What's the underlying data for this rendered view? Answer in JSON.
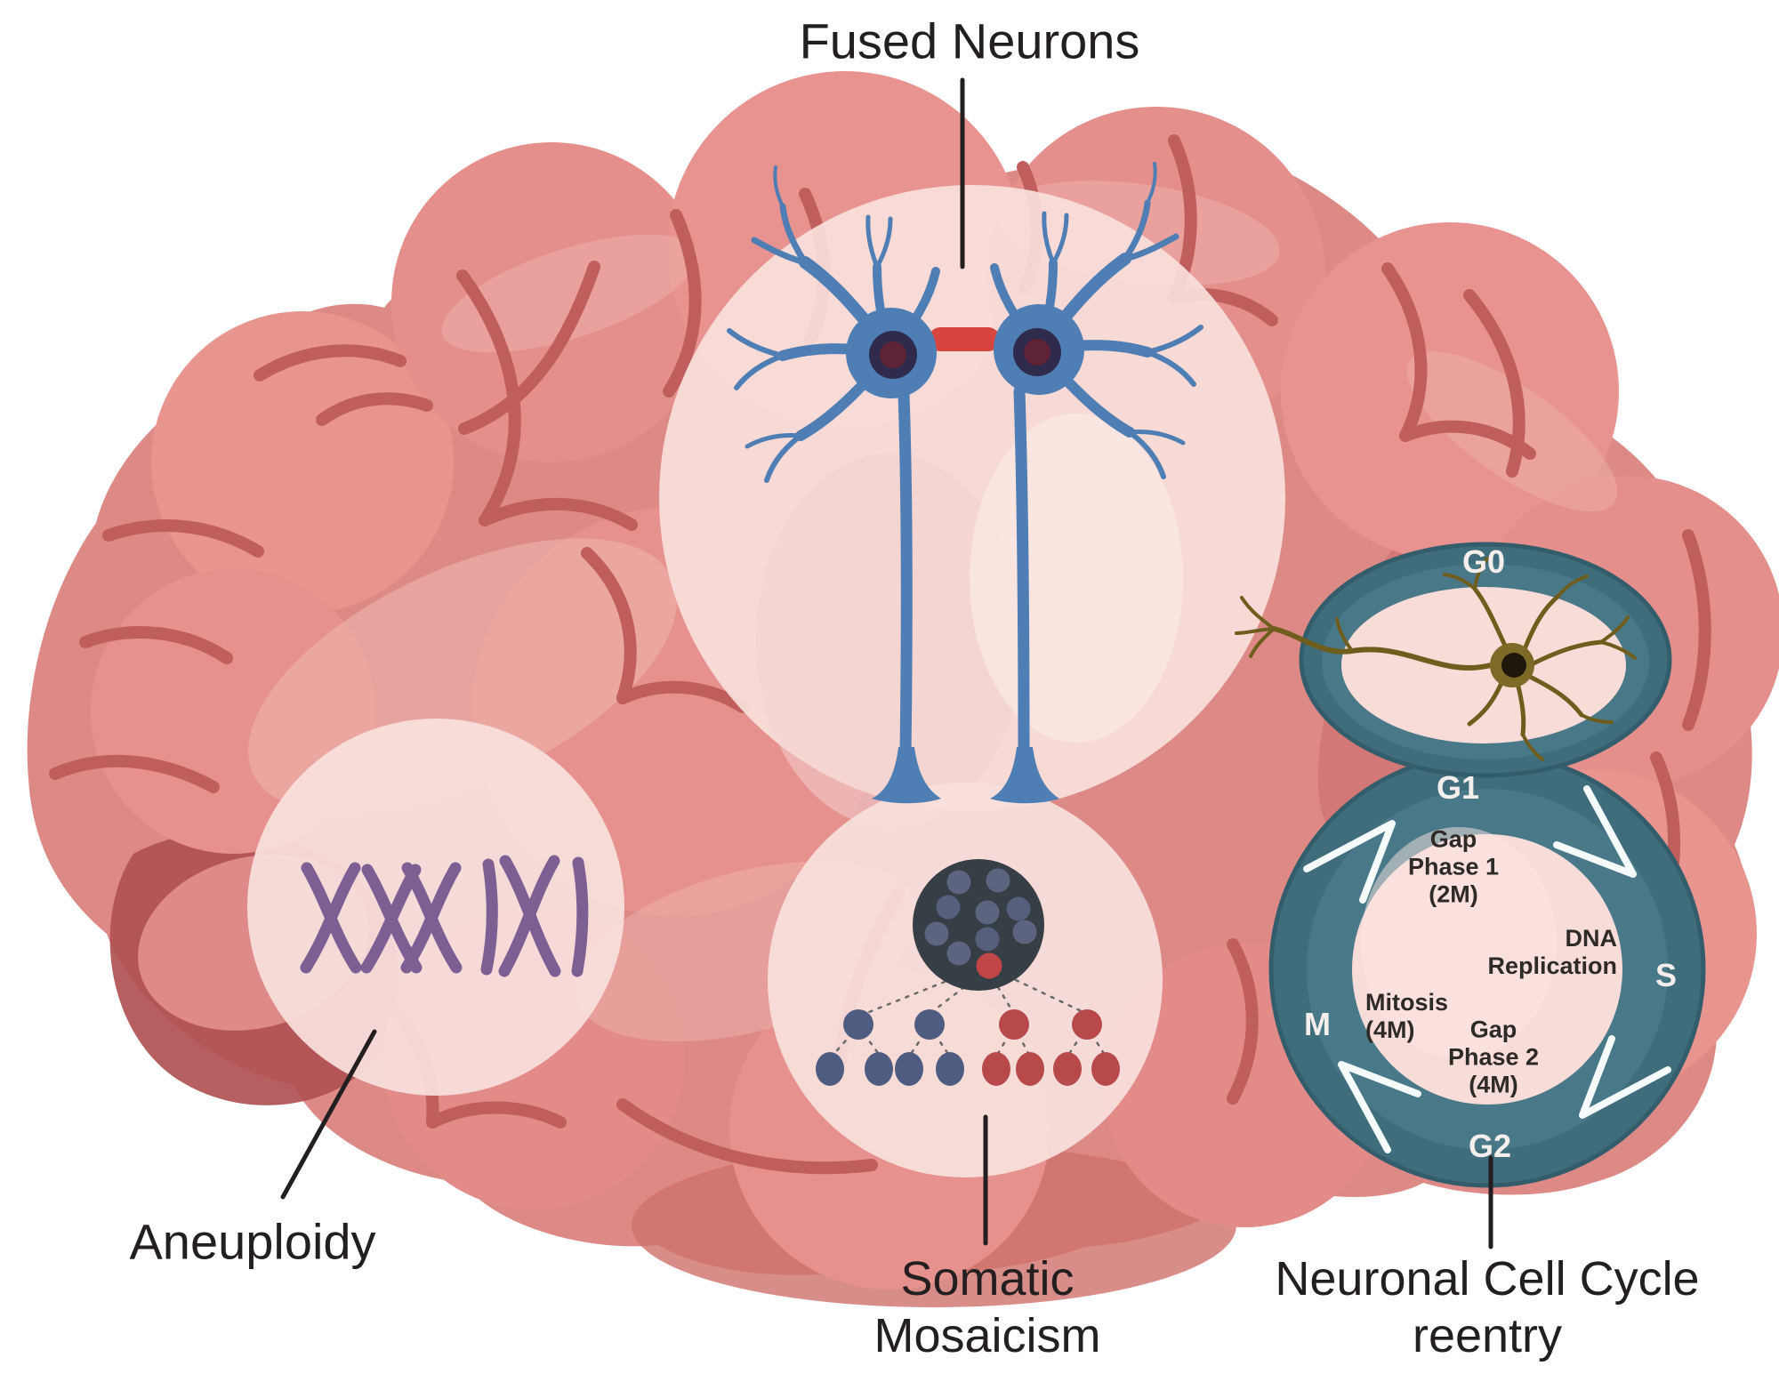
{
  "figure": {
    "kind": "brain-illustration-diagram",
    "background": "#ffffff"
  },
  "labels": {
    "fused_neurons": "Fused Neurons",
    "aneuploidy": "Aneuploidy",
    "somatic_mosaicism": [
      "Somatic",
      "Mosaicism"
    ],
    "neuronal_cell_cycle": [
      "Neuronal Cell Cycle",
      "reentry"
    ]
  },
  "cell_cycle": {
    "g0": "G0",
    "g1": "G1",
    "s": "S",
    "g2": "G2",
    "m": "M",
    "gap_phase_1": [
      "Gap",
      "Phase 1",
      "(2M)"
    ],
    "dna_replication": [
      "DNA",
      "Replication"
    ],
    "mitosis": [
      "Mitosis",
      "(4M)"
    ],
    "gap_phase_2": [
      "Gap",
      "Phase 2",
      "(4M)"
    ]
  },
  "icons": {
    "brain_icon": "stylized pink brain with gyri and sulci",
    "fused_neurons_icon": "two blue neurons joined by a red fusion bridge",
    "aneuploidy_icon": "purple chromosome spread reading XXXI XI",
    "somatic_mosaicism_icon": "dark progenitor cell with blue and red clonal lineage tree",
    "cell_cycle_icon": "teal G0 ellipse with olive neuron above G1-S-G2-M ring with white clockwise arrows"
  },
  "colors": {
    "brain_base": "#e08d8a",
    "brain_sulcus": "#bf5e5d",
    "brain_shadow": "#b05152",
    "brain_highlight": "#f2bcb4",
    "inset_circle": "#f8dfdc",
    "neuron_blue": "#4e7eb3",
    "neuron_nucleus_outer": "#2f2b4d",
    "neuron_nucleus_inner": "#5e2336",
    "fusion_bridge_red": "#d8453f",
    "chromosome_purple": "#7d5f94",
    "clone_blue": "#4d5c80",
    "clone_red": "#b7494b",
    "progenitor_dark": "#363e46",
    "cycle_ring_outer": "#3f6d7c",
    "cycle_ring_inner": "#497988",
    "cycle_center_fill": "#f8dcd8",
    "g0_neuron_olive": "#7c6a26",
    "leader_line": "#231f20",
    "label_text": "#231f20"
  }
}
